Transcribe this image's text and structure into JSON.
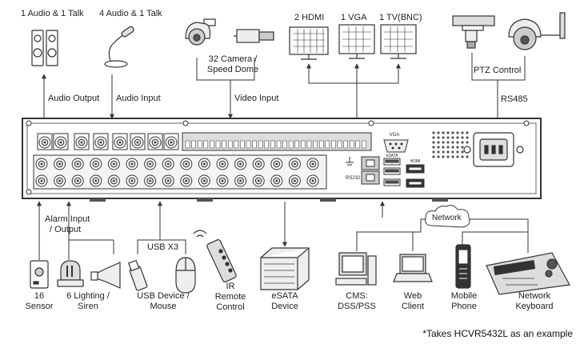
{
  "top_labels": {
    "audio_talk_1": "1 Audio & 1 Talk",
    "audio_talk_4": "4 Audio & 1 Talk",
    "hdmi": "2  HDMI",
    "vga": "1 VGA",
    "tv": "1 TV(BNC)"
  },
  "link_labels": {
    "audio_output": "Audio  Output",
    "audio_input": "Audio  Input",
    "camera_line1": "32 Camera /",
    "camera_line2": "Speed Dome",
    "video_input": "Video Input",
    "ptz_control": "PTZ Control",
    "rs485": "RS485",
    "alarm_line1": "Alarm Input",
    "alarm_line2": "/ Output",
    "usb_x3": "USB X3",
    "network": "Network"
  },
  "panel_labels": {
    "vga": "VGA",
    "rs232": "RS232",
    "hdmi": "HDMI",
    "esata": "eSATA"
  },
  "devices": {
    "sensor_line1": "16",
    "sensor_line2": "Sensor",
    "lighting_line1": "6 Lighting /",
    "lighting_line2": "Siren",
    "usb_line1": "USB Device /",
    "usb_line2": "Mouse",
    "ir_line1": "IR",
    "ir_line2": "Remote",
    "ir_line3": "Control",
    "esata_line1": "eSATA",
    "esata_line2": "Device",
    "cms_line1": "CMS:",
    "cms_line2": "DSS/PSS",
    "web_line1": "Web",
    "web_line2": "Client",
    "mobile_line1": "Mobile",
    "mobile_line2": "Phone",
    "keyboard_line1": "Network",
    "keyboard_line2": "Keyboard"
  },
  "footnote": "*Takes HCVR5432L as an example"
}
